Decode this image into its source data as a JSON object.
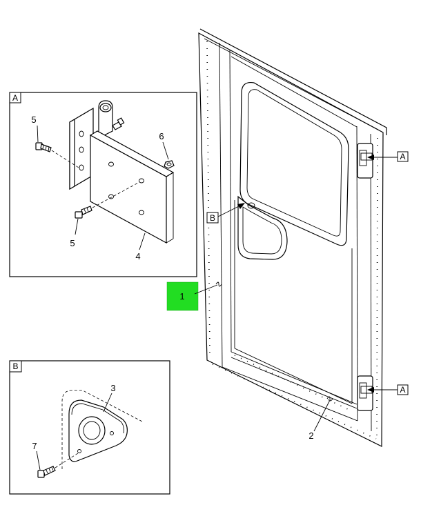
{
  "views": {
    "a": {
      "label": "A"
    },
    "b": {
      "label": "B"
    }
  },
  "callouts": {
    "a_top": "A",
    "a_bottom": "A",
    "b_latch": "B"
  },
  "part_numbers": {
    "p1": "1",
    "p2": "2",
    "p3": "3",
    "p4": "4",
    "p5_top": "5",
    "p5_bottom": "5",
    "p6": "6",
    "p7": "7"
  },
  "colors": {
    "highlight": "#22dd22",
    "line": "#000000"
  }
}
